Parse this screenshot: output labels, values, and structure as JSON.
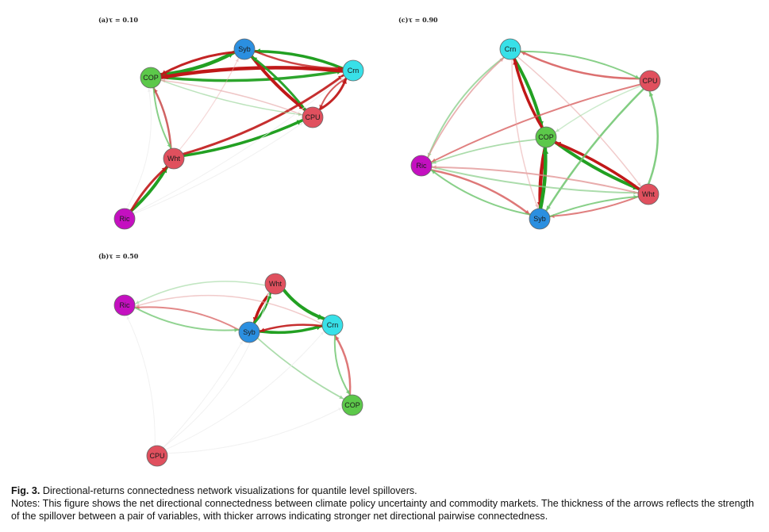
{
  "figure": {
    "panels": [
      {
        "id": "a",
        "label": "(a)τ = 0.10",
        "nodes": [
          {
            "id": "Syb",
            "label": "Syb",
            "color": "#2b8fe0"
          },
          {
            "id": "Crn",
            "label": "Crn",
            "color": "#38e0e8"
          },
          {
            "id": "COP",
            "label": "COP",
            "color": "#5cc84a"
          },
          {
            "id": "CPU",
            "label": "CPU",
            "color": "#e0505e"
          },
          {
            "id": "Wht",
            "label": "Wht",
            "color": "#e0505e"
          },
          {
            "id": "Ric",
            "label": "Ric",
            "color": "#c410c0"
          }
        ],
        "edges": [
          {
            "from": "COP",
            "to": "Syb",
            "color": "#22a022",
            "w": 4.5,
            "op": 1,
            "bend": 0.08
          },
          {
            "from": "COP",
            "to": "Crn",
            "color": "#22a022",
            "w": 3.5,
            "op": 0.95,
            "bend": 0.06
          },
          {
            "from": "Crn",
            "to": "COP",
            "color": "#c01818",
            "w": 4.5,
            "op": 1,
            "bend": 0.06
          },
          {
            "from": "Syb",
            "to": "COP",
            "color": "#c01818",
            "w": 3,
            "op": 0.95,
            "bend": 0.08
          },
          {
            "from": "Crn",
            "to": "Syb",
            "color": "#22a022",
            "w": 3.5,
            "op": 1,
            "bend": 0.08
          },
          {
            "from": "Syb",
            "to": "Crn",
            "color": "#c01818",
            "w": 2.5,
            "op": 0.8,
            "bend": 0.08
          },
          {
            "from": "Syb",
            "to": "CPU",
            "color": "#c01818",
            "w": 4,
            "op": 1,
            "bend": 0.05
          },
          {
            "from": "CPU",
            "to": "Syb",
            "color": "#22a022",
            "w": 3,
            "op": 0.95,
            "bend": 0.05
          },
          {
            "from": "CPU",
            "to": "Crn",
            "color": "#c01818",
            "w": 3,
            "op": 0.95,
            "bend": 0.12
          },
          {
            "from": "Crn",
            "to": "CPU",
            "color": "#c01818",
            "w": 2,
            "op": 0.7,
            "bend": 0.12
          },
          {
            "from": "Wht",
            "to": "CPU",
            "color": "#22a022",
            "w": 3.5,
            "op": 1,
            "bend": 0.06
          },
          {
            "from": "Wht",
            "to": "Crn",
            "color": "#c01818",
            "w": 3,
            "op": 0.9,
            "bend": 0.08
          },
          {
            "from": "Wht",
            "to": "COP",
            "color": "#c84848",
            "w": 2.5,
            "op": 0.85,
            "bend": 0.08
          },
          {
            "from": "COP",
            "to": "Wht",
            "color": "#6cc46c",
            "w": 2,
            "op": 0.8,
            "bend": 0.08
          },
          {
            "from": "Ric",
            "to": "Wht",
            "color": "#22a022",
            "w": 4,
            "op": 1,
            "bend": 0.06
          },
          {
            "from": "Ric",
            "to": "Wht",
            "color": "#c01818",
            "w": 3,
            "op": 0.9,
            "bend": -0.06
          },
          {
            "from": "COP",
            "to": "CPU",
            "color": "#8fd08f",
            "w": 1.5,
            "op": 0.6,
            "bend": 0.05
          },
          {
            "from": "CPU",
            "to": "COP",
            "color": "#e09090",
            "w": 1.5,
            "op": 0.5,
            "bend": 0.05
          },
          {
            "from": "Wht",
            "to": "Syb",
            "color": "#e8a8a8",
            "w": 1.2,
            "op": 0.45,
            "bend": 0.05
          },
          {
            "from": "Ric",
            "to": "CPU",
            "color": "#eeeeee",
            "w": 1,
            "op": 0.8,
            "bend": 0.05
          },
          {
            "from": "Ric",
            "to": "Crn",
            "color": "#eeeeee",
            "w": 1,
            "op": 0.8,
            "bend": 0.05
          },
          {
            "from": "Ric",
            "to": "COP",
            "color": "#eeeeee",
            "w": 1,
            "op": 0.8,
            "bend": 0.15
          }
        ]
      },
      {
        "id": "b",
        "label": "(b)τ = 0.50",
        "nodes": [
          {
            "id": "Wht",
            "label": "Wht",
            "color": "#e0505e"
          },
          {
            "id": "Ric",
            "label": "Ric",
            "color": "#c410c0"
          },
          {
            "id": "Syb",
            "label": "Syb",
            "color": "#2b8fe0"
          },
          {
            "id": "Crn",
            "label": "Crn",
            "color": "#38e0e8"
          },
          {
            "id": "COP",
            "label": "COP",
            "color": "#5cc84a"
          },
          {
            "id": "CPU",
            "label": "CPU",
            "color": "#e0505e"
          }
        ],
        "edges": [
          {
            "from": "Wht",
            "to": "Crn",
            "color": "#22a022",
            "w": 4,
            "op": 1,
            "bend": 0.1
          },
          {
            "from": "Wht",
            "to": "Syb",
            "color": "#c01818",
            "w": 3.5,
            "op": 1,
            "bend": 0.08
          },
          {
            "from": "Syb",
            "to": "Wht",
            "color": "#22a022",
            "w": 3,
            "op": 1,
            "bend": 0.08
          },
          {
            "from": "Syb",
            "to": "Crn",
            "color": "#22a022",
            "w": 3.5,
            "op": 1,
            "bend": 0.08
          },
          {
            "from": "Crn",
            "to": "Syb",
            "color": "#c01818",
            "w": 2.5,
            "op": 0.9,
            "bend": 0.08
          },
          {
            "from": "COP",
            "to": "Crn",
            "color": "#d86060",
            "w": 2.5,
            "op": 0.85,
            "bend": 0.12
          },
          {
            "from": "Crn",
            "to": "COP",
            "color": "#6cc46c",
            "w": 2,
            "op": 0.8,
            "bend": 0.12
          },
          {
            "from": "Syb",
            "to": "COP",
            "color": "#8fd08f",
            "w": 1.8,
            "op": 0.75,
            "bend": 0.05
          },
          {
            "from": "Syb",
            "to": "Ric",
            "color": "#d86060",
            "w": 2,
            "op": 0.75,
            "bend": 0.12
          },
          {
            "from": "Ric",
            "to": "Syb",
            "color": "#6cc46c",
            "w": 2,
            "op": 0.75,
            "bend": 0.12
          },
          {
            "from": "Wht",
            "to": "Ric",
            "color": "#a8dca8",
            "w": 1.5,
            "op": 0.7,
            "bend": 0.15
          },
          {
            "from": "Crn",
            "to": "Ric",
            "color": "#e8a8a8",
            "w": 1.5,
            "op": 0.6,
            "bend": 0.18
          },
          {
            "from": "CPU",
            "to": "Ric",
            "color": "#eeeeee",
            "w": 1,
            "op": 0.8,
            "bend": 0.1
          },
          {
            "from": "CPU",
            "to": "Syb",
            "color": "#eeeeee",
            "w": 1,
            "op": 0.8,
            "bend": 0.05
          },
          {
            "from": "CPU",
            "to": "Crn",
            "color": "#eeeeee",
            "w": 1,
            "op": 0.8,
            "bend": 0.1
          },
          {
            "from": "CPU",
            "to": "Wht",
            "color": "#eeeeee",
            "w": 1,
            "op": 0.8,
            "bend": 0.15
          },
          {
            "from": "CPU",
            "to": "COP",
            "color": "#eeeeee",
            "w": 1,
            "op": 0.8,
            "bend": 0.1
          }
        ]
      },
      {
        "id": "c",
        "label": "(c)τ = 0.90",
        "nodes": [
          {
            "id": "Crn",
            "label": "Crn",
            "color": "#38e0e8"
          },
          {
            "id": "CPU",
            "label": "CPU",
            "color": "#e0505e"
          },
          {
            "id": "COP",
            "label": "COP",
            "color": "#5cc84a"
          },
          {
            "id": "Ric",
            "label": "Ric",
            "color": "#c410c0"
          },
          {
            "id": "Wht",
            "label": "Wht",
            "color": "#e0505e"
          },
          {
            "id": "Syb",
            "label": "Syb",
            "color": "#2b8fe0"
          }
        ],
        "edges": [
          {
            "from": "Crn",
            "to": "COP",
            "color": "#22a022",
            "w": 4,
            "op": 1,
            "bend": -0.06
          },
          {
            "from": "COP",
            "to": "Crn",
            "color": "#c01818",
            "w": 3.5,
            "op": 1,
            "bend": -0.06
          },
          {
            "from": "COP",
            "to": "Syb",
            "color": "#c01818",
            "w": 4.5,
            "op": 1,
            "bend": 0.05
          },
          {
            "from": "Syb",
            "to": "COP",
            "color": "#22a022",
            "w": 4.5,
            "op": 1,
            "bend": 0.05
          },
          {
            "from": "COP",
            "to": "Wht",
            "color": "#22a022",
            "w": 4,
            "op": 1,
            "bend": 0.05
          },
          {
            "from": "Wht",
            "to": "COP",
            "color": "#c01818",
            "w": 3.5,
            "op": 1,
            "bend": 0.05
          },
          {
            "from": "CPU",
            "to": "Crn",
            "color": "#d86060",
            "w": 2.5,
            "op": 0.9,
            "bend": -0.1
          },
          {
            "from": "Crn",
            "to": "CPU",
            "color": "#6cc46c",
            "w": 2,
            "op": 0.8,
            "bend": -0.1
          },
          {
            "from": "Wht",
            "to": "CPU",
            "color": "#6cc46c",
            "w": 2.5,
            "op": 0.85,
            "bend": 0.15
          },
          {
            "from": "CPU",
            "to": "Syb",
            "color": "#6cc46c",
            "w": 2.5,
            "op": 0.85,
            "bend": 0.05
          },
          {
            "from": "CPU",
            "to": "Ric",
            "color": "#d86060",
            "w": 2,
            "op": 0.8,
            "bend": 0.05
          },
          {
            "from": "Crn",
            "to": "Ric",
            "color": "#8fd08f",
            "w": 2,
            "op": 0.8,
            "bend": 0.12
          },
          {
            "from": "Ric",
            "to": "Crn",
            "color": "#e09090",
            "w": 1.8,
            "op": 0.7,
            "bend": -0.08
          },
          {
            "from": "Ric",
            "to": "Syb",
            "color": "#d86060",
            "w": 2.5,
            "op": 0.85,
            "bend": -0.1
          },
          {
            "from": "Syb",
            "to": "Ric",
            "color": "#6cc46c",
            "w": 2,
            "op": 0.8,
            "bend": -0.1
          },
          {
            "from": "Ric",
            "to": "Wht",
            "color": "#8fd08f",
            "w": 2,
            "op": 0.75,
            "bend": 0.05
          },
          {
            "from": "Wht",
            "to": "Ric",
            "color": "#e09090",
            "w": 2,
            "op": 0.75,
            "bend": 0.05
          },
          {
            "from": "Wht",
            "to": "Syb",
            "color": "#d86060",
            "w": 2,
            "op": 0.8,
            "bend": -0.06
          },
          {
            "from": "Syb",
            "to": "Wht",
            "color": "#6cc46c",
            "w": 2,
            "op": 0.8,
            "bend": -0.06
          },
          {
            "from": "COP",
            "to": "Ric",
            "color": "#8fd08f",
            "w": 1.8,
            "op": 0.75,
            "bend": 0.05
          },
          {
            "from": "Crn",
            "to": "Wht",
            "color": "#e8a8a8",
            "w": 1.5,
            "op": 0.6,
            "bend": -0.05
          },
          {
            "from": "CPU",
            "to": "COP",
            "color": "#a8dca8",
            "w": 1.5,
            "op": 0.6,
            "bend": 0.05
          },
          {
            "from": "Crn",
            "to": "Syb",
            "color": "#e8a8a8",
            "w": 1.5,
            "op": 0.55,
            "bend": 0.08
          }
        ]
      }
    ]
  },
  "caption": {
    "fig_label": "Fig. 3.",
    "title": "Directional-returns connectedness network visualizations for quantile level spillovers.",
    "notes": "Notes: This figure shows the net directional connectedness between climate policy uncertainty and commodity markets. The thickness of the arrows reflects the strength of the spillover between a pair of variables, with thicker arrows indicating stronger net directional pairwise connectedness."
  }
}
